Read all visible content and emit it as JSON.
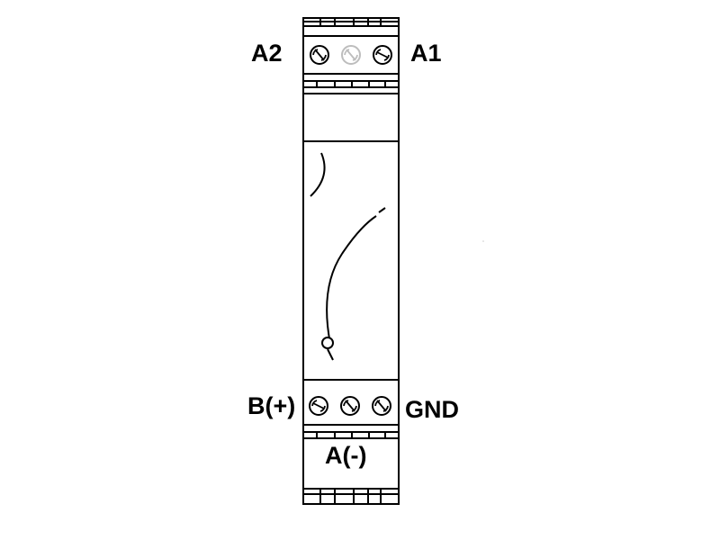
{
  "labels": {
    "top_left": "A2",
    "top_right": "A1",
    "bottom_left": "B(+)",
    "bottom_right": "GND",
    "bottom_center": "A(-)"
  },
  "colors": {
    "stroke": "#000000",
    "inactive_screw": "#bdbdbd",
    "background": "#ffffff"
  },
  "terminals": {
    "top": [
      "active",
      "inactive",
      "active"
    ],
    "bottom": [
      "active",
      "active",
      "active"
    ]
  }
}
